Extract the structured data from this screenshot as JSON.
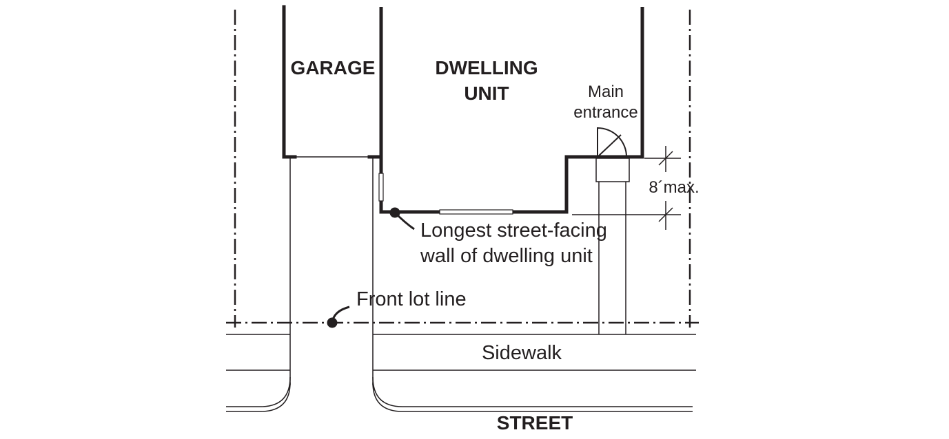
{
  "labels": {
    "garage": "GARAGE",
    "dwelling_line1": "DWELLING",
    "dwelling_line2": "UNIT",
    "main_entrance_line1": "Main",
    "main_entrance_line2": "entrance",
    "dimension": "8´max.",
    "longest_wall_line1": "Longest street-facing",
    "longest_wall_line2": "wall of dwelling unit",
    "front_lot_line": "Front lot line",
    "sidewalk": "Sidewalk",
    "street": "STREET"
  },
  "colors": {
    "ink": "#231f20",
    "background": "#ffffff"
  }
}
